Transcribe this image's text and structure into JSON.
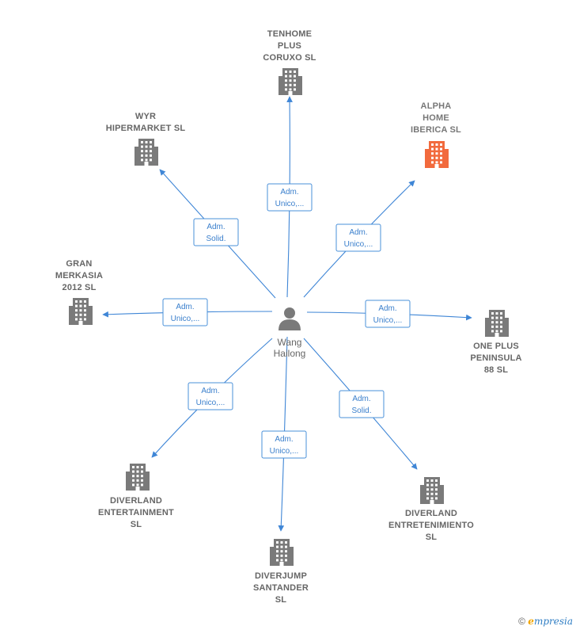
{
  "center": {
    "name_lines": [
      "Wang",
      "Hailong"
    ],
    "icon": "person-icon"
  },
  "companies": [
    {
      "id": "tenhome",
      "lines": [
        "TENHOME",
        "PLUS",
        "CORUXO  SL"
      ],
      "highlight": false,
      "relation": [
        "Adm.",
        "Unico,..."
      ]
    },
    {
      "id": "alpha",
      "lines": [
        "ALPHA",
        "HOME",
        "IBERICA  SL"
      ],
      "highlight": true,
      "relation": [
        "Adm.",
        "Unico,..."
      ]
    },
    {
      "id": "wyr",
      "lines": [
        "WYR",
        "HIPERMARKET SL"
      ],
      "highlight": false,
      "relation": [
        "Adm.",
        "Solid."
      ]
    },
    {
      "id": "gran",
      "lines": [
        "GRAN",
        "MERKASIA",
        "2012 SL"
      ],
      "highlight": false,
      "relation": [
        "Adm.",
        "Unico,..."
      ]
    },
    {
      "id": "oneplus",
      "lines": [
        "ONE PLUS",
        "PENINSULA",
        "88  SL"
      ],
      "highlight": false,
      "relation": [
        "Adm.",
        "Unico,..."
      ]
    },
    {
      "id": "entertainment",
      "lines": [
        "DIVERLAND",
        "ENTERTAINMENT",
        "SL"
      ],
      "highlight": false,
      "relation": [
        "Adm.",
        "Unico,..."
      ]
    },
    {
      "id": "diverjump",
      "lines": [
        "DIVERJUMP",
        "SANTANDER",
        "SL"
      ],
      "highlight": false,
      "relation": [
        "Adm.",
        "Unico,..."
      ]
    },
    {
      "id": "entretenimiento",
      "lines": [
        "DIVERLAND",
        "ENTRETENIMIENTO",
        "SL"
      ],
      "highlight": false,
      "relation": [
        "Adm.",
        "Solid."
      ]
    }
  ],
  "colors": {
    "building": "#7a7a7a",
    "highlight": "#f26a3d",
    "edge": "#3f86d6",
    "person": "#7a7a7a"
  },
  "footer": {
    "copyright_symbol": "©",
    "brand_initial": "e",
    "brand_rest": "mpresia"
  }
}
